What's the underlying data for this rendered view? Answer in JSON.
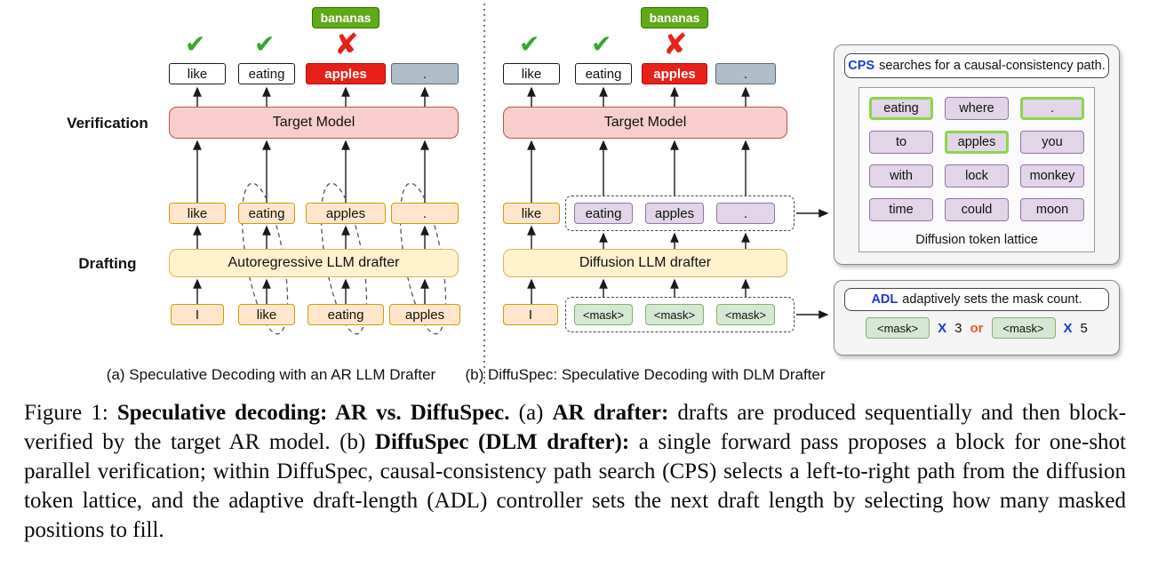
{
  "left": {
    "bonus_token": "bananas",
    "verified_tokens": [
      "like",
      "eating",
      "apples",
      "."
    ],
    "verification_label": "Verification",
    "target_model_label": "Target Model",
    "draft_tokens": [
      "like",
      "eating",
      "apples",
      "."
    ],
    "drafting_label": "Drafting",
    "drafter_label": "Autoregressive LLM drafter",
    "input_tokens": [
      "I",
      "like",
      "eating",
      "apples"
    ],
    "caption": "(a) Speculative Decoding with an AR LLM Drafter"
  },
  "right": {
    "bonus_token": "bananas",
    "verified_tokens": [
      "like",
      "eating",
      "apples",
      "."
    ],
    "target_model_label": "Target Model",
    "context_token": "like",
    "draft_tokens": [
      "eating",
      "apples",
      "."
    ],
    "drafter_label": "Diffusion LLM drafter",
    "input_token": "I",
    "mask_tokens": [
      "<mask>",
      "<mask>",
      "<mask>"
    ],
    "caption": "(b) DiffuSpec:  Speculative Decoding with DLM Drafter"
  },
  "cps": {
    "title_term": "CPS",
    "title_rest": "searches for a causal-consistency path.",
    "lattice_rows": [
      [
        "eating",
        "where",
        "."
      ],
      [
        "to",
        "apples",
        "you"
      ],
      [
        "with",
        "lock",
        "monkey"
      ],
      [
        "time",
        "could",
        "moon"
      ]
    ],
    "lattice_label": "Diffusion token lattice"
  },
  "adl": {
    "title_term": "ADL",
    "title_rest": "adaptively sets the mask count.",
    "mask_token": "<mask>",
    "times_symbol": "X",
    "count_a": "3",
    "or_label": "or",
    "count_b": "5"
  },
  "icons": {
    "check": "✔",
    "cross": "✘"
  },
  "colors": {
    "accept_green": "#35a82c",
    "reject_red": "#e8201a",
    "bonus_green": "#60a917",
    "target_pink": "#f8cecc",
    "drafter_yellow": "#fff2cc",
    "draft_orange": "#ffe6cc",
    "lattice_purple": "#e1d5e7",
    "mask_green": "#d5e8d4",
    "highlight_green": "#8fd44b",
    "term_blue": "#1c39d6",
    "or_orange": "#f05a28"
  },
  "figure_caption": {
    "segments": [
      {
        "text": "Figure 1: ",
        "bold": false
      },
      {
        "text": "Speculative decoding: AR vs. DiffuSpec.",
        "bold": true
      },
      {
        "text": " (a) ",
        "bold": false
      },
      {
        "text": "AR drafter:",
        "bold": true
      },
      {
        "text": " drafts are produced sequentially and then block-verified by the target AR model. (b) ",
        "bold": false
      },
      {
        "text": "DiffuSpec (DLM drafter):",
        "bold": true
      },
      {
        "text": " a single forward pass proposes a block for one-shot parallel verification; within DiffuSpec, causal-consistency path search (CPS) selects a left-to-right path from the diffusion token lattice, and the adaptive draft-length (ADL) controller sets the next draft length by selecting how many masked positions to fill.",
        "bold": false
      }
    ]
  }
}
